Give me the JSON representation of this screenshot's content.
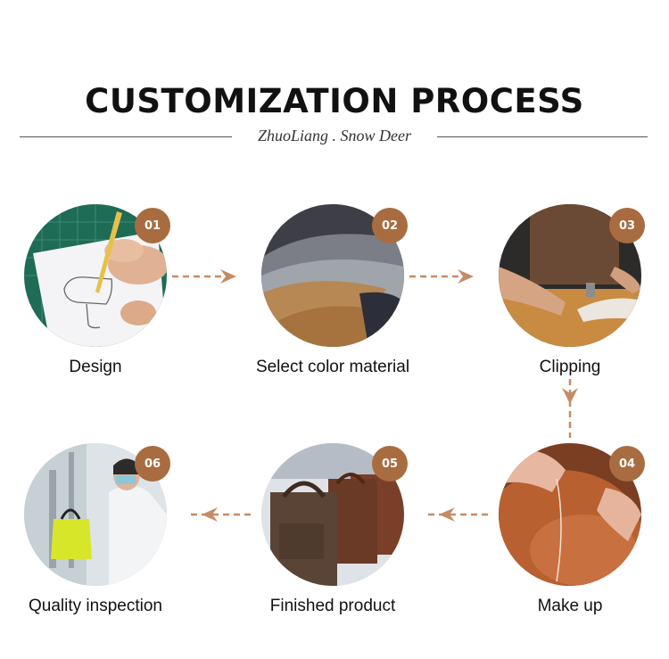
{
  "header": {
    "title": "CUSTOMIZATION PROCESS",
    "subtitle": "ZhuoLiang . Snow Deer"
  },
  "colors": {
    "accent": "#a86c40",
    "arrow": "#c48c66",
    "text": "#111111"
  },
  "steps": [
    {
      "number": "01",
      "label": "Design"
    },
    {
      "number": "02",
      "label": "Select color material"
    },
    {
      "number": "03",
      "label": "Clipping"
    },
    {
      "number": "04",
      "label": "Make up"
    },
    {
      "number": "05",
      "label": "Finished product"
    },
    {
      "number": "06",
      "label": "Quality inspection"
    }
  ]
}
